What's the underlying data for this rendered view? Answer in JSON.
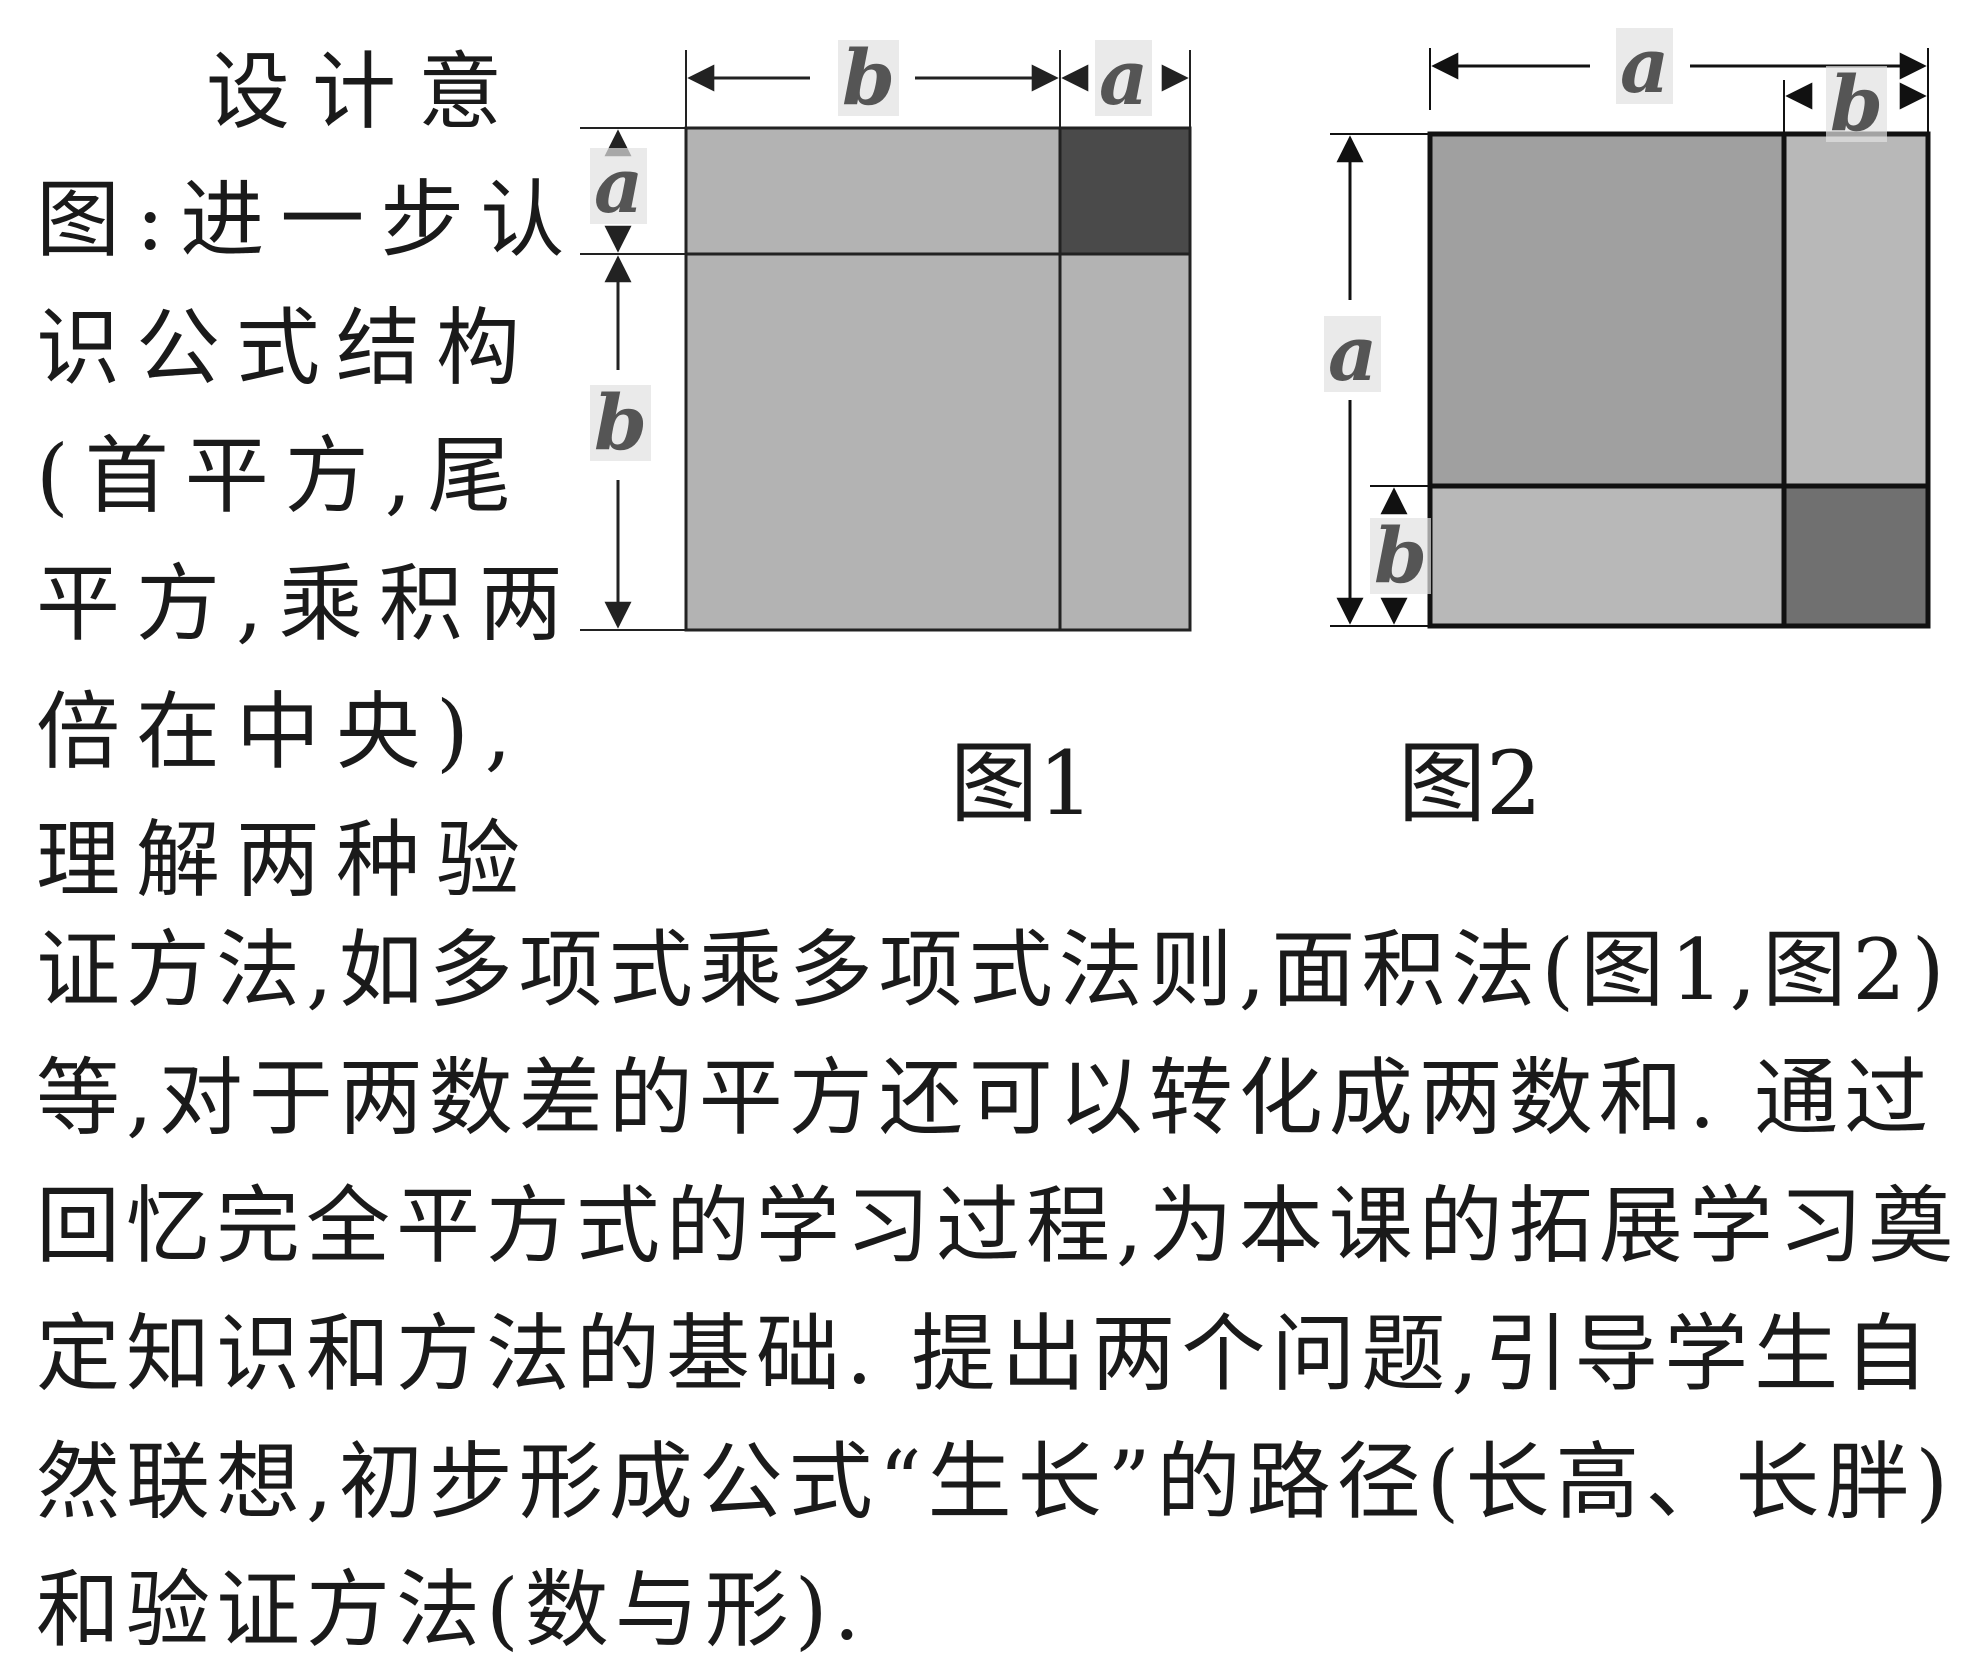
{
  "side_text": [
    "设计意",
    "图:进一步认",
    "识公式结构",
    "(首平方,尾",
    "平方,乘积两",
    "倍在中央),",
    "理解两种验"
  ],
  "main_text": [
    "证方法,如多项式乘多项式法则,面积法(图1,图2)",
    "等,对于两数差的平方还可以转化成两数和. 通过",
    "回忆完全平方式的学习过程,为本课的拓展学习奠",
    "定知识和方法的基础. 提出两个问题,引导学生自",
    "然联想,初步形成公式“生长”的路径(长高、长胖)",
    "和验证方法(数与形)."
  ],
  "figure1": {
    "caption": "图1",
    "label_b_top": "b",
    "label_a_top": "a",
    "label_a_left": "a",
    "label_b_left": "b",
    "colors": {
      "light": "#b3b3b3",
      "dark": "#4a4a4a",
      "line": "#222222"
    }
  },
  "figure2": {
    "caption": "图2",
    "label_a_top": "a",
    "label_b_top": "b",
    "label_a_left": "a",
    "label_b_left": "b",
    "colors": {
      "big": "#a0a0a0",
      "light": "#b8b8b8",
      "dark": "#707070",
      "line": "#111111"
    }
  }
}
